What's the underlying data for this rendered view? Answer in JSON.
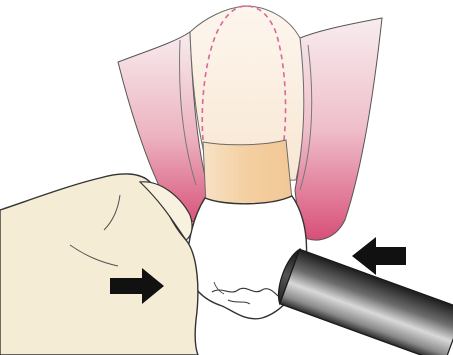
{
  "illustration": {
    "subject": "tooth-extraction-finger-and-instrument-pressure",
    "colors": {
      "gum_light": "#f6e3e5",
      "gum_mid": "#ecb3c0",
      "gum_dark": "#d9547a",
      "root": "#fbefe2",
      "root_outline_dashed": "#d9669c",
      "crown_collar": "#f4d2a8",
      "crown": "#ffffff",
      "finger": "#f5ecd5",
      "instrument_dark": "#2b2b2b",
      "instrument_light": "#bdbdbd",
      "arrow": "#111111",
      "outline": "#333333"
    },
    "arrows": [
      {
        "direction": "right"
      },
      {
        "direction": "left"
      }
    ]
  }
}
